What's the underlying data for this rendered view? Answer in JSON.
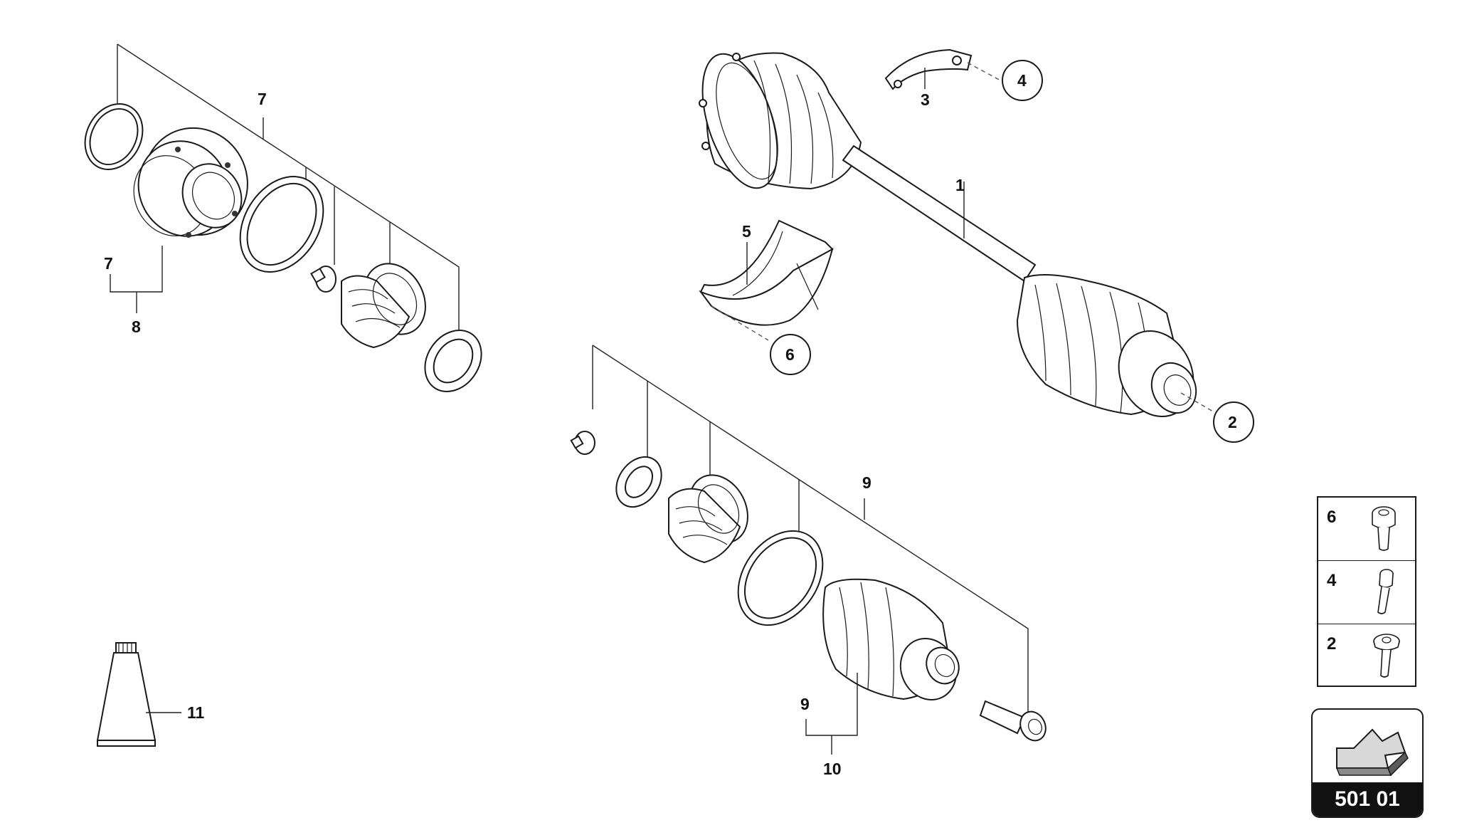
{
  "callouts": {
    "c1": "1",
    "c2": "2",
    "c3": "3",
    "c4": "4",
    "c5": "5",
    "c6": "6",
    "c7a": "7",
    "c7b": "7",
    "c8": "8",
    "c9a": "9",
    "c9b": "9",
    "c10": "10",
    "c11": "11"
  },
  "legend": [
    {
      "num": "6",
      "icon": "bolt-icon-6"
    },
    {
      "num": "4",
      "icon": "bolt-icon-4"
    },
    {
      "num": "2",
      "icon": "bolt-icon-2"
    }
  ],
  "badge": {
    "label": "501 01",
    "icon": "arrow-icon"
  }
}
